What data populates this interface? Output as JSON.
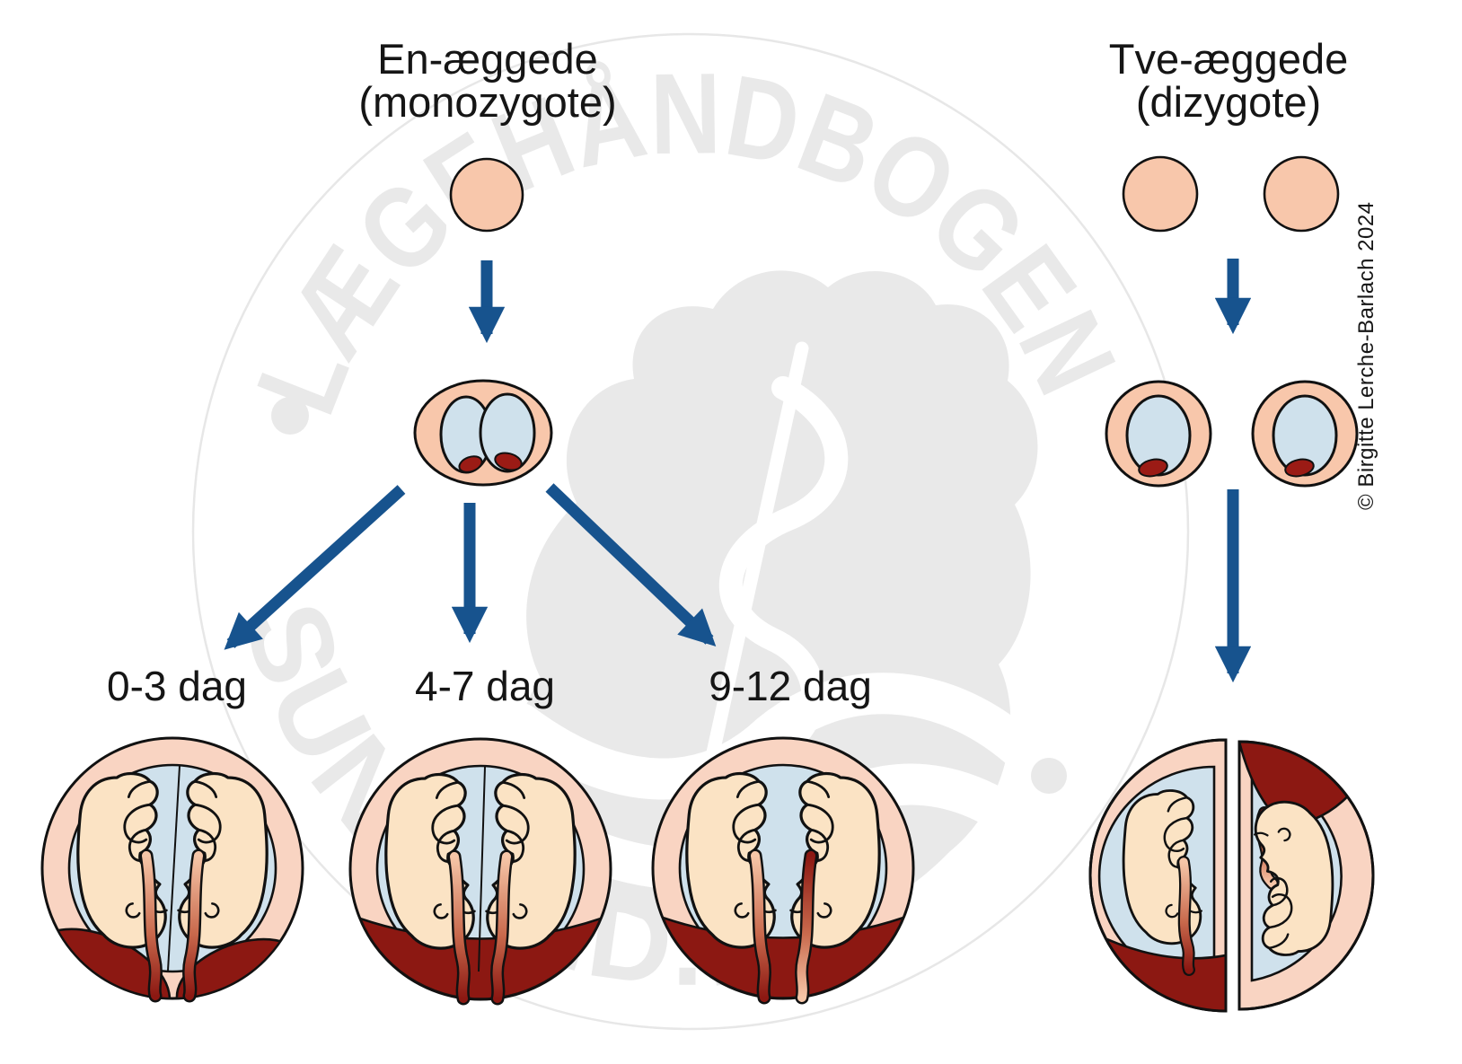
{
  "figure": {
    "left": {
      "title_line1": "En-æggede",
      "title_line2": "(monozygote)",
      "stages": [
        {
          "label": "0-3 dag"
        },
        {
          "label": "4-7 dag"
        },
        {
          "label": "9-12 dag"
        }
      ]
    },
    "right": {
      "title_line1": "Tve-æggede",
      "title_line2": "(dizygote)"
    },
    "watermark": {
      "top_text": "LÆGEHÅNDBOGEN",
      "bottom_text": "SUNDHED.DK"
    },
    "credit": "© Birgitte Lerche-Barlach 2024",
    "colors": {
      "egg_fill": "#f8c7ab",
      "ring_fill": "#f9d4c2",
      "sac_fill": "#cfe1ec",
      "placenta_fill": "#8c1812",
      "embryo_fill": "#fbe3c4",
      "arrow_blue": "#17538e",
      "outline": "#111111",
      "watermark_gray": "#e9e9e9"
    }
  }
}
